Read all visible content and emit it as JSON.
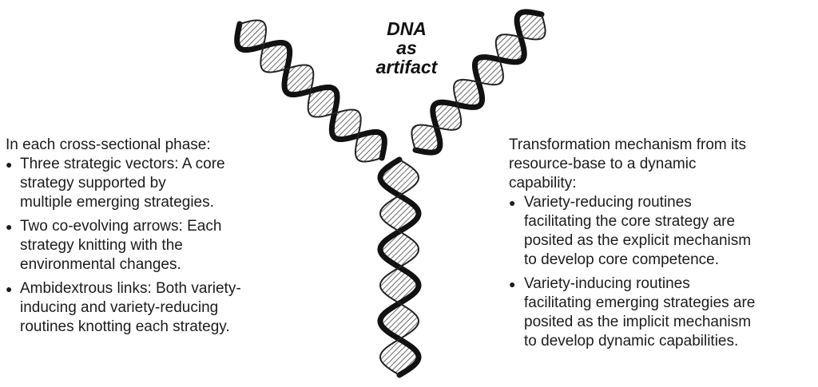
{
  "title": {
    "lines": [
      "DNA",
      "as",
      "artifact"
    ]
  },
  "left_panel": {
    "intro": "In each cross-sectional phase:",
    "bullets": [
      {
        "lines": [
          "Three strategic vectors: A core",
          "strategy supported by",
          "multiple emerging strategies."
        ]
      },
      {
        "lines": [
          "Two co-evolving arrows: Each",
          "strategy knitting with the",
          "environmental changes."
        ]
      },
      {
        "lines": [
          "Ambidextrous links: Both variety-",
          "inducing and variety-reducing",
          "routines knotting each strategy."
        ]
      }
    ]
  },
  "right_panel": {
    "intro_lines": [
      "Transformation mechanism from its",
      "resource-base to a dynamic",
      "capability:"
    ],
    "bullets": [
      {
        "lines": [
          "Variety-reducing routines",
          "facilitating the core strategy are",
          "posited as the explicit mechanism",
          "to develop core competence."
        ]
      },
      {
        "lines": [
          "Variety-inducing routines",
          "facilitating emerging strategies are",
          "posited as the implicit mechanism",
          "to develop dynamic capabilities."
        ]
      }
    ]
  },
  "illustration": {
    "icon": "dna-double-helix-y-icon",
    "strand_color": "#111111",
    "hatch_color": "#555555"
  }
}
